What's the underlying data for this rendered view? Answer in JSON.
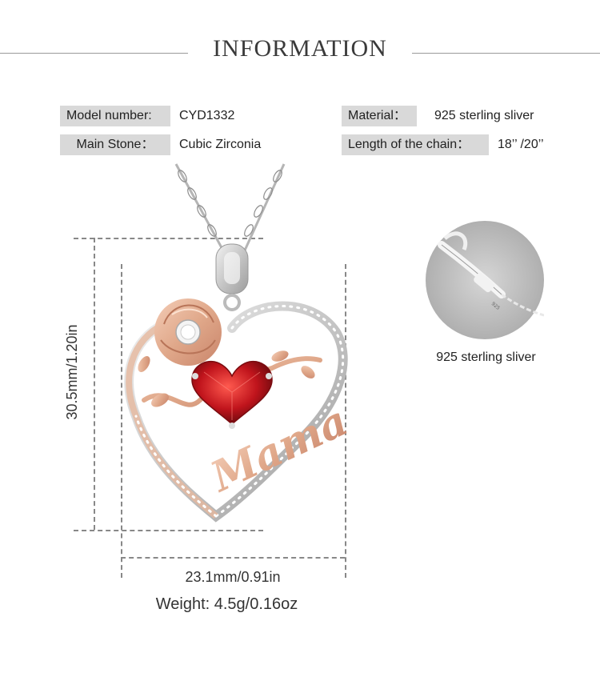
{
  "header": {
    "title": "INFORMATION"
  },
  "specs": {
    "model_label": "Model number:",
    "model_value": "CYD1332",
    "stone_label": "Main Stone：",
    "stone_value": "Cubic Zirconia",
    "material_label": "Material：",
    "material_value": "925 sterling sliver",
    "chain_label": "Length of the chain：",
    "chain_value": "18’’ /20’’"
  },
  "pendant": {
    "engraving": "Mama",
    "clasp_stamp": "925",
    "height_label": "30.5mm/1.20in",
    "width_label": "23.1mm/0.91in",
    "weight_label": "Weight: 4.5g/0.16oz"
  },
  "detail": {
    "caption": "925 sterling sliver"
  },
  "colors": {
    "rose_gold": "#e0a88a",
    "silver": "#c8c8c8",
    "garnet": "#b3151c",
    "label_bg": "#d9d9d9"
  }
}
